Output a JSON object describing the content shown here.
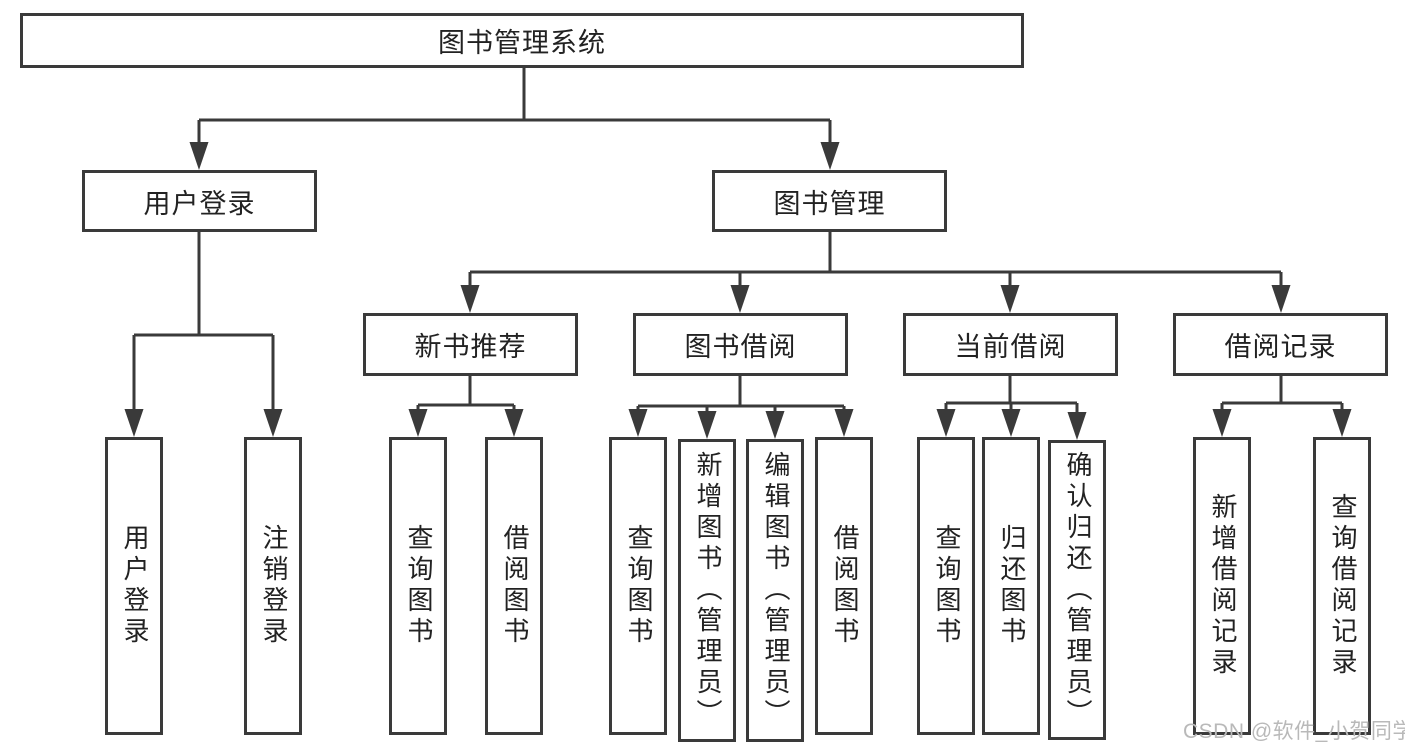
{
  "tree": {
    "root": {
      "label": "图书管理系统",
      "children": [
        {
          "label": "用户登录",
          "children": [
            {
              "label": "用户登录"
            },
            {
              "label": "注销登录"
            }
          ]
        },
        {
          "label": "图书管理",
          "children": [
            {
              "label": "新书推荐",
              "children": [
                {
                  "label": "查询图书"
                },
                {
                  "label": "借阅图书"
                }
              ]
            },
            {
              "label": "图书借阅",
              "children": [
                {
                  "label": "查询图书"
                },
                {
                  "label": "新增图书（管理员）"
                },
                {
                  "label": "编辑图书（管理员）"
                },
                {
                  "label": "借阅图书"
                }
              ]
            },
            {
              "label": "当前借阅",
              "children": [
                {
                  "label": "查询图书"
                },
                {
                  "label": "归还图书"
                },
                {
                  "label": "确认归还（管理员）"
                }
              ]
            },
            {
              "label": "借阅记录",
              "children": [
                {
                  "label": "新增借阅记录"
                },
                {
                  "label": "查询借阅记录"
                }
              ]
            }
          ]
        }
      ]
    }
  },
  "watermark": "CSDN @软件_小贺同学",
  "colors": {
    "line": "#3a3a3a",
    "text": "#222222",
    "watermark_gray": "#b9b9b9",
    "background": "#ffffff"
  }
}
